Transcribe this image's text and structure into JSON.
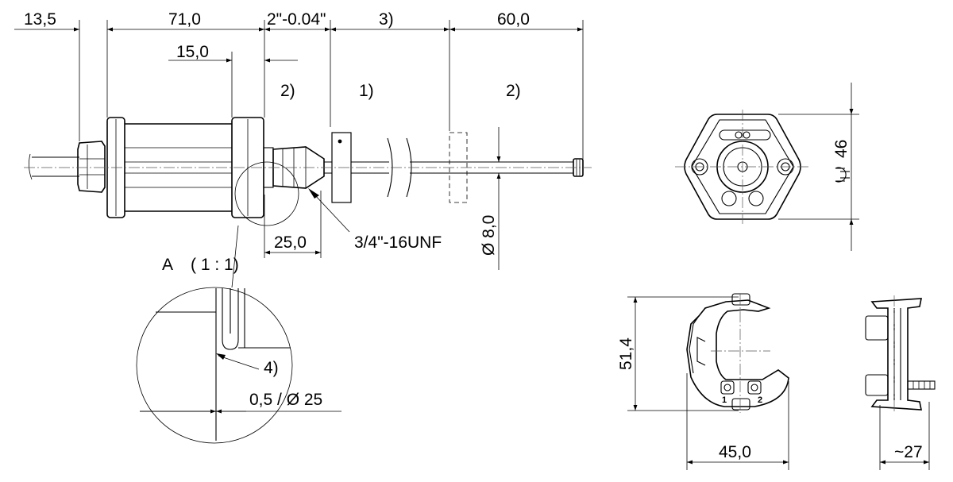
{
  "dimensions": {
    "d13_5": "13,5",
    "d71_0": "71,0",
    "d2in": "2\"-0.04\"",
    "d3": "3)",
    "d60_0": "60,0",
    "d15_0": "15,0",
    "d25_0": "25,0",
    "thread": "3/4\"-16UNF",
    "dia8": "Ø 8,0",
    "wrench46": "46",
    "d51_4": "51,4",
    "d45_0": "45,0",
    "d27": "~27",
    "detail_dim": "0,5 / Ø 25"
  },
  "callouts": {
    "c1": "1)",
    "c2a": "2)",
    "c2b": "2)",
    "c4": "4)"
  },
  "detail": {
    "label": "A",
    "scale": "( 1 : 1)"
  },
  "connector": {
    "pin1": "1",
    "pin2": "2"
  }
}
